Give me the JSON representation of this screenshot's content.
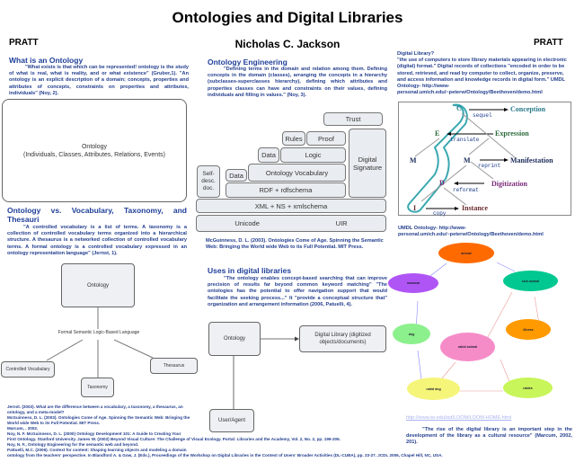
{
  "title": "Ontologies and Digital Libraries",
  "author": "Nicholas C. Jackson",
  "left_org": "PRATT",
  "right_org": "PRATT",
  "what_is": {
    "heading": "What is an Ontology",
    "text": "\"What exists is that which can be represented! ontology is the study of what is real, what is reality, and or what existence\" (Gruber,1). \"An ontology is an explicit description of a domain; concepts, properties and attributes of concepts, constraints on properties and attributes, individuals\" (Noy, 2)."
  },
  "ontology_box": {
    "line1": "Ontology",
    "line2": "(Individuals, Classes, Attributes, Relations, Events)"
  },
  "vs": {
    "heading": "Ontology vs. Vocabulary, Taxonomy, and Thesauri",
    "text": "\"A controlled vocabulary is a list of terms. A taxonomy is a collection of controlled vocabulary terms organized into a hierarchical structure. A thesaurus is a networked collection of controlled vocabulary terms. A formal ontology is a controlled vocabulary expressed in an ontology representation language\" (Jernst, 1)."
  },
  "vs_diagram": {
    "root": "Ontology",
    "link": "Formal Semantic Logic-Based Language",
    "children": [
      "Controlled Vocabulary",
      "Taxonomy",
      "Thesaurus"
    ]
  },
  "references": [
    "Jernst. (2003). What are the difference between a vocabulary, a taxonomy, a thesaurus, an",
    "ontology, and a meta-model?",
    "McGuinness, D. L. (2003). Ontologies Come of Age. Spinning the Semantic Web: Bringing the",
    "World wide Web to its Full Potential. MIT Press.",
    "Marcum, . 2002.",
    "Noy, N. F. McGuinness, D. L. (2000) Ontology Development 101: A Guide to Creating Your",
    "First Ontology. Stanford University. James W. (2002) Beyond Visual Culture: The Challenge of Visual Ecology. Portal: Libraries and the Academy, Vol. 2, No. 2, pp. 199-206.",
    "Noy, N. F., Ontology Engineering for the semantic web and beyond.",
    "Pattuelli, M.C. (2006). Context for content: Shaping learning objects and modeling a domain",
    "ontology from the teachers' perspective. In Blandford A. & Gow, J. (Eds.), Proceedings of the Workshop on Digital Libraries in the Context of Users' Broader Activities (DL-CUBA), pp. 23-27. JCDL 2006, Chapel Hill, NC, USA."
  ],
  "engineering": {
    "heading": "Ontology Engineering",
    "text": "\"Defining terms in the domain and relation among them. Defining concepts in the domain (classes), arranging the concepts in a hierarchy (subclasses-superclasses hierarchy), defining which attributes and properties classes can have and constraints on their values, defining individuals and filling in values.\" (Noy, 3)."
  },
  "layer_cake": {
    "trust": "Trust",
    "rules": "Rules",
    "proof": "Proof",
    "data1": "Data",
    "logic": "Logic",
    "signature": "Digital Signature",
    "selfdesc": "Self-desc. doc.",
    "data2": "Data",
    "ontvocab": "Ontology Vocabulary",
    "rdf": "RDF + rdfschema",
    "xml": "XML + NS + xmlschema",
    "unicode": "Unicode",
    "uir": "UIR"
  },
  "cake_ref": "McGuinness, D. L. (2003). Ontologies Come of Age. Spinning the Semantic Web: Bringing the World wide Web to its Full Potential. MIT Press.",
  "uses": {
    "heading": "Uses in digital libraries",
    "text": "\"The ontology enables concept-based searching that can improve precision of results far beyond common keyword matching\" \"The ontologies has the potential to offer navigation support that would facilitate the seeking process...\" It \"provide a conceptual structure that\" organization and arrangement information (2006, Patuelli, 4)."
  },
  "uses_diagram": {
    "ontology": "Ontology",
    "library": "Digital Library (digitized objects/documents)",
    "agent": "User/Agent"
  },
  "digital_library": {
    "heading": "Digital Library?",
    "text": "\"the use of computers to store library materials appearing in electronic (digital) format.\" Digital records of collections \"encoded in order to be stored, retrieved, and read by computer to collect, organize, preserve, and access information and knowledge records in digital form.\" UMDL Ontology- http://www-personal.umich.edu/~peterw/Ontology/Beethoven/demo.html"
  },
  "frbr": {
    "C": "C",
    "E": "E",
    "M1": "M",
    "M2": "M",
    "D": "D",
    "I": "I",
    "conception": "Conception",
    "expression": "Expression",
    "manifestation": "Manifestation",
    "digitization": "Digitization",
    "instance": "Instance",
    "sequel": "sequel",
    "translate": "translate",
    "reprint": "reprint",
    "reformat": "reformat",
    "copy": "copy"
  },
  "umdl_caption": "UMDL Ontology- http://www-personal.umich.edu/~peterw/Ontology/Beethoven/demo.html",
  "graph_nodes": {
    "animal": "animal",
    "mammal": "mammal",
    "sick": "sick animal",
    "dog": "dog",
    "illness": "illness",
    "rabid_animal": "rabid animal",
    "rabid_dog": "rabid dog",
    "rabies": "rabies"
  },
  "link": "http://www.isi.edu/isd/LOOM/LOOM-HOME.html",
  "closing_quote": "\"The rise of the digital library is an important step in the development of the library as a cultural resource\" (Marcum, 2002, 201)."
}
